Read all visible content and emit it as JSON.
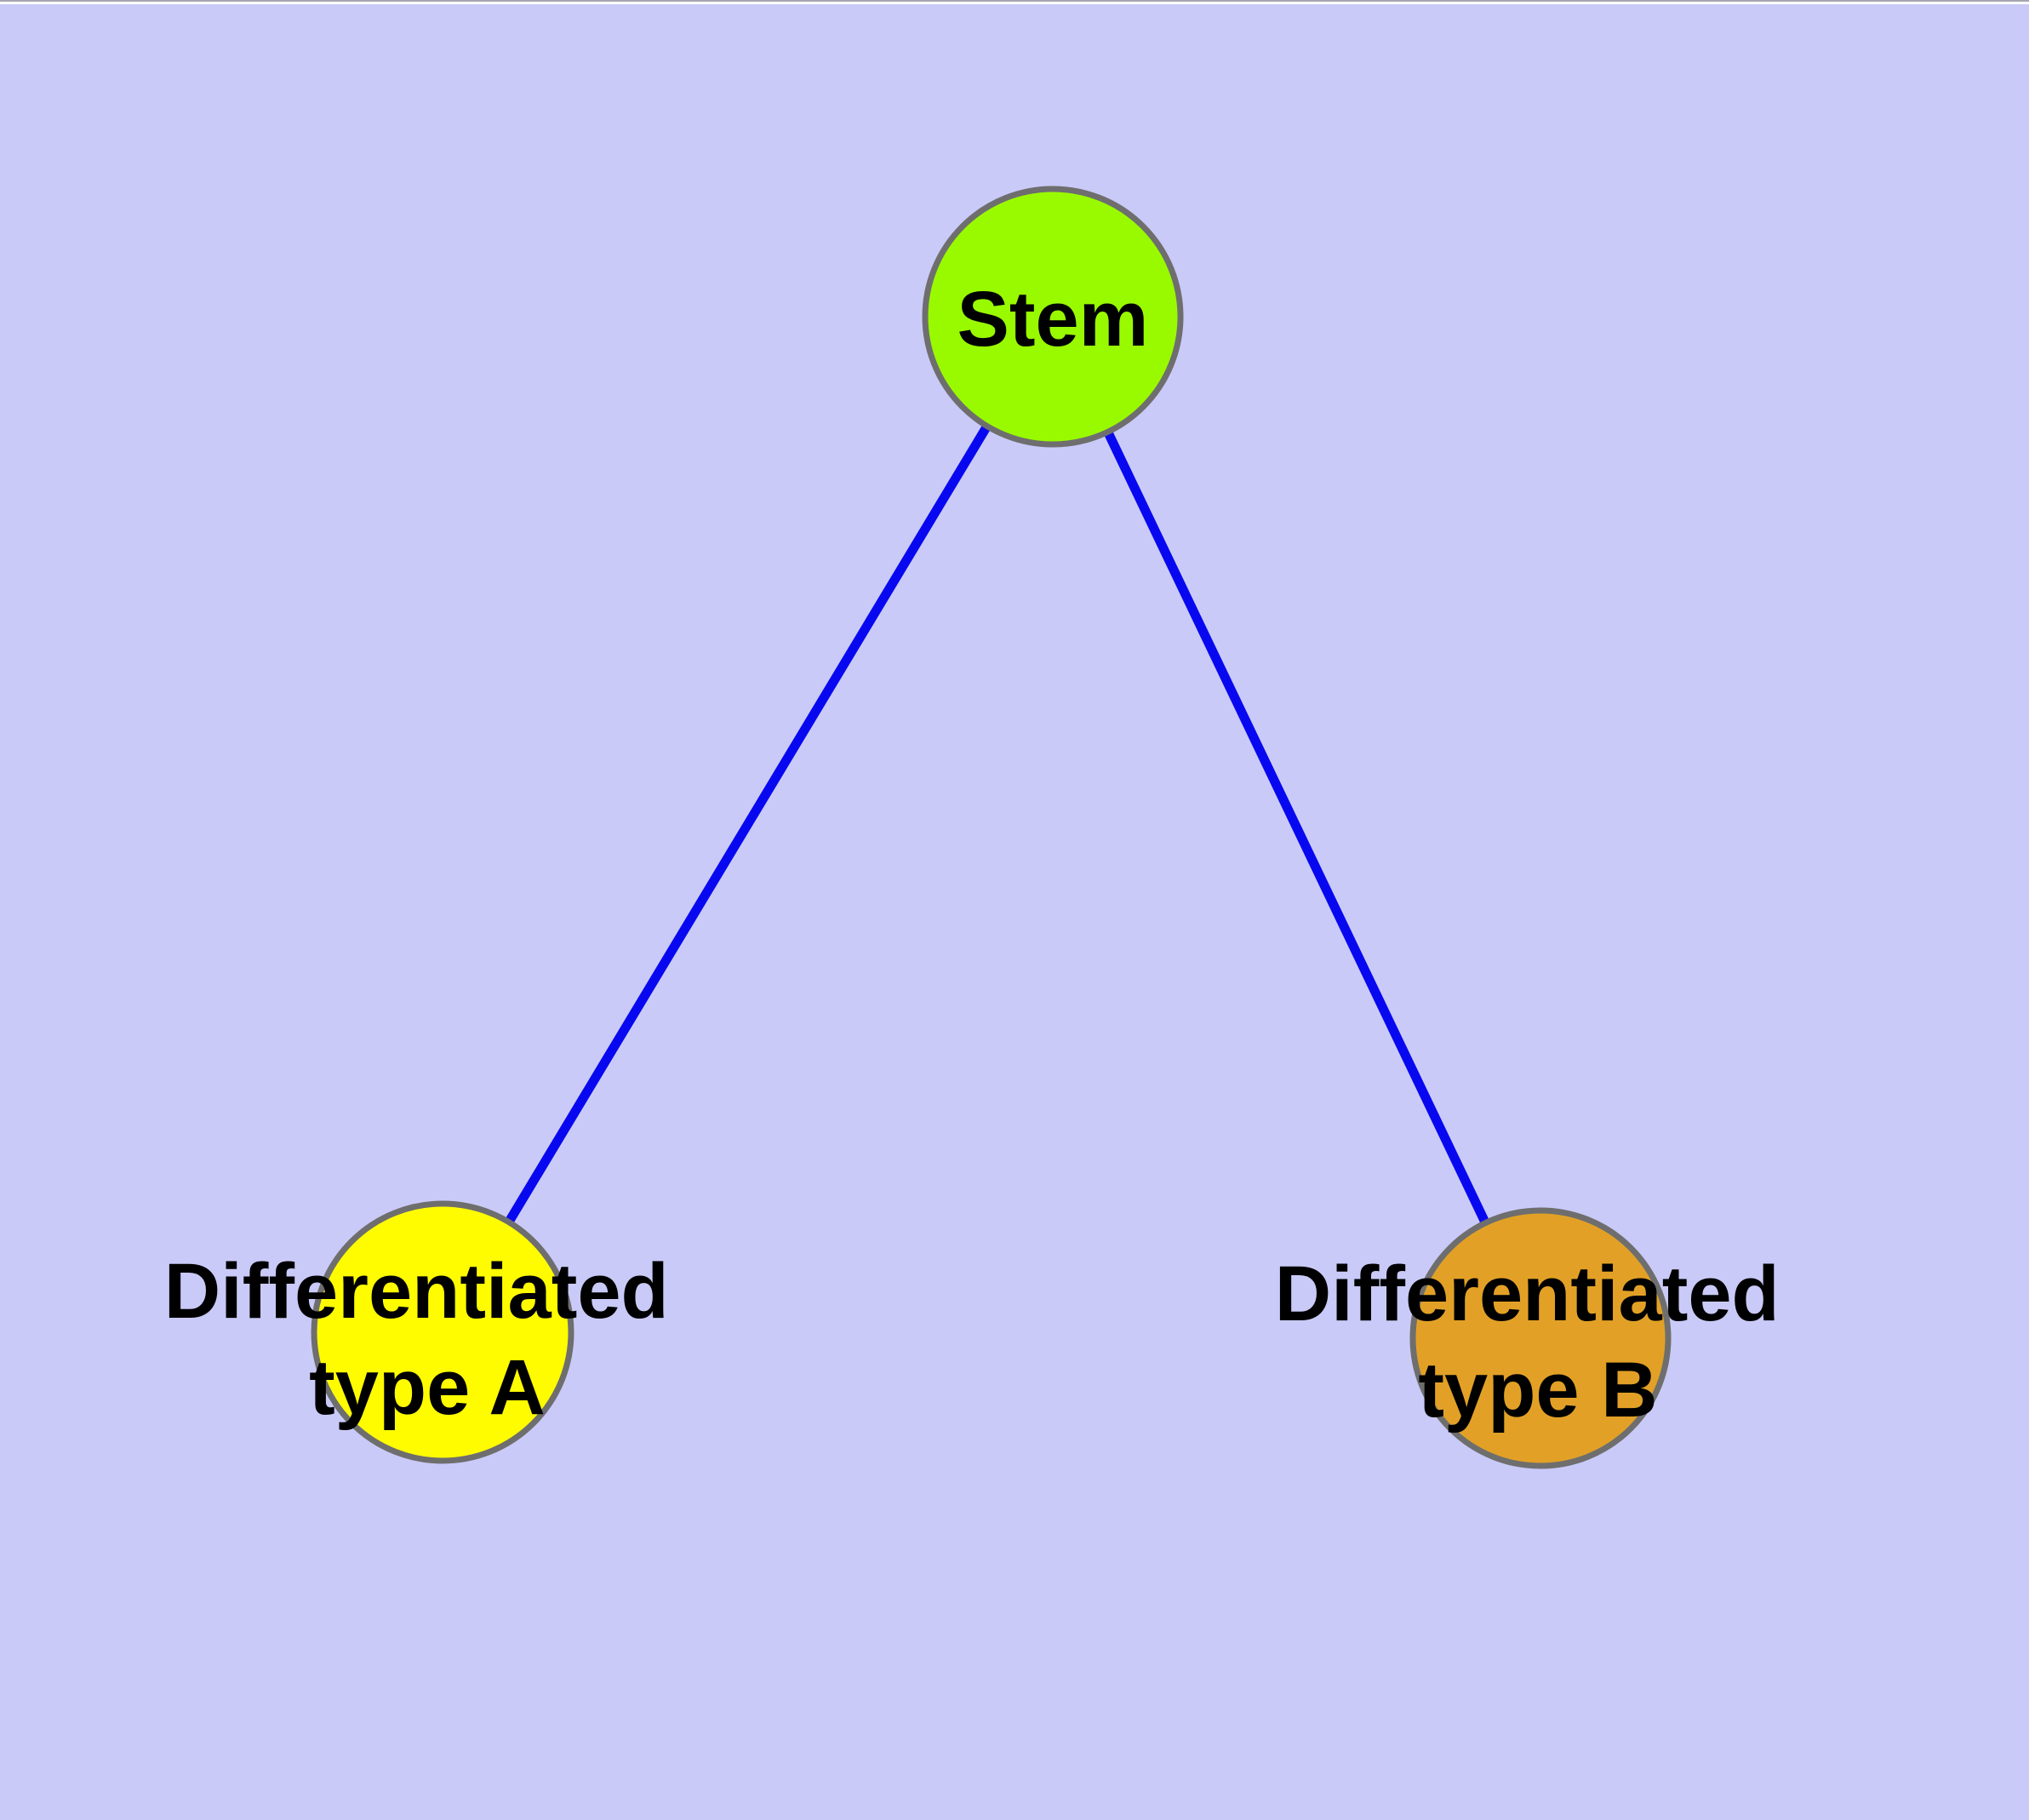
{
  "diagram": {
    "background_color": "#cacaf8",
    "window_top_hairline_color": "#a6a6b2",
    "window_top_strip_color": "#ffffff",
    "text_color": "#000000",
    "node_border_color": "#6e6e6e",
    "edge_style": {
      "color": "#0808f0"
    },
    "nodes": [
      {
        "id": "stem",
        "label": "Stem",
        "lines": [
          "Stem",
          ""
        ],
        "fill": "#99fa00"
      },
      {
        "id": "diff-a",
        "label": "Differentiated type A",
        "lines": [
          "Differentiated",
          "type A"
        ],
        "fill": "#fffc00"
      },
      {
        "id": "diff-b",
        "label": "Differentiated type B",
        "lines": [
          "Differentiated",
          "type B"
        ],
        "fill": "#e2a126"
      }
    ],
    "edges": [
      {
        "from": "Stem",
        "to": "Differentiated type A"
      },
      {
        "from": "Stem",
        "to": "Differentiated type B"
      }
    ]
  }
}
